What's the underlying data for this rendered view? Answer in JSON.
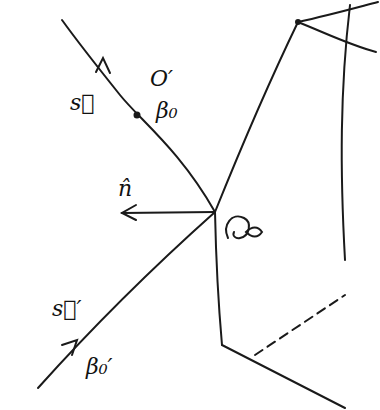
{
  "diagram": {
    "labels": [
      "s⃗",
      "O′",
      "β₀",
      "n̂",
      "s⃗′",
      "β₀′"
    ]
  }
}
